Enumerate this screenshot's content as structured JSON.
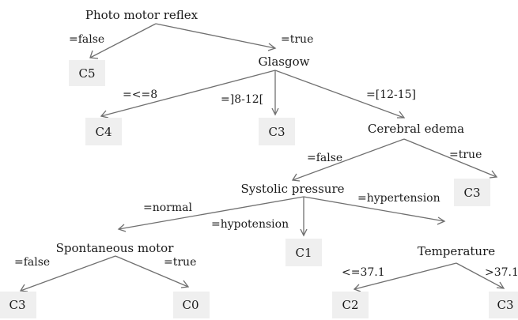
{
  "nodes": {
    "root": "Photo motor reflex",
    "glasgow": "Glasgow",
    "cerebral": "Cerebral edema",
    "systolic": "Systolic pressure",
    "spontaneous": "Spontaneous motor",
    "temperature": "Temperature"
  },
  "leaves": {
    "c5": "C5",
    "c4": "C4",
    "c3_glasgow": "C3",
    "c3_cerebral": "C3",
    "c1": "C1",
    "c3_spont": "C3",
    "c0": "C0",
    "c2": "C2",
    "c3_temp": "C3"
  },
  "edges": {
    "root_false": "=false",
    "root_true": "=true",
    "glasgow_le8": "=<=8",
    "glasgow_8_12": "=]8-12[",
    "glasgow_12_15": "=[12-15]",
    "cerebral_false": "=false",
    "cerebral_true": "=true",
    "sys_normal": "=normal",
    "sys_hypotension": "=hypotension",
    "sys_hypertension": "=hypertension",
    "spont_false": "=false",
    "spont_true": "=true",
    "temp_le": "<=37.1",
    "temp_gt": ">37.1"
  }
}
